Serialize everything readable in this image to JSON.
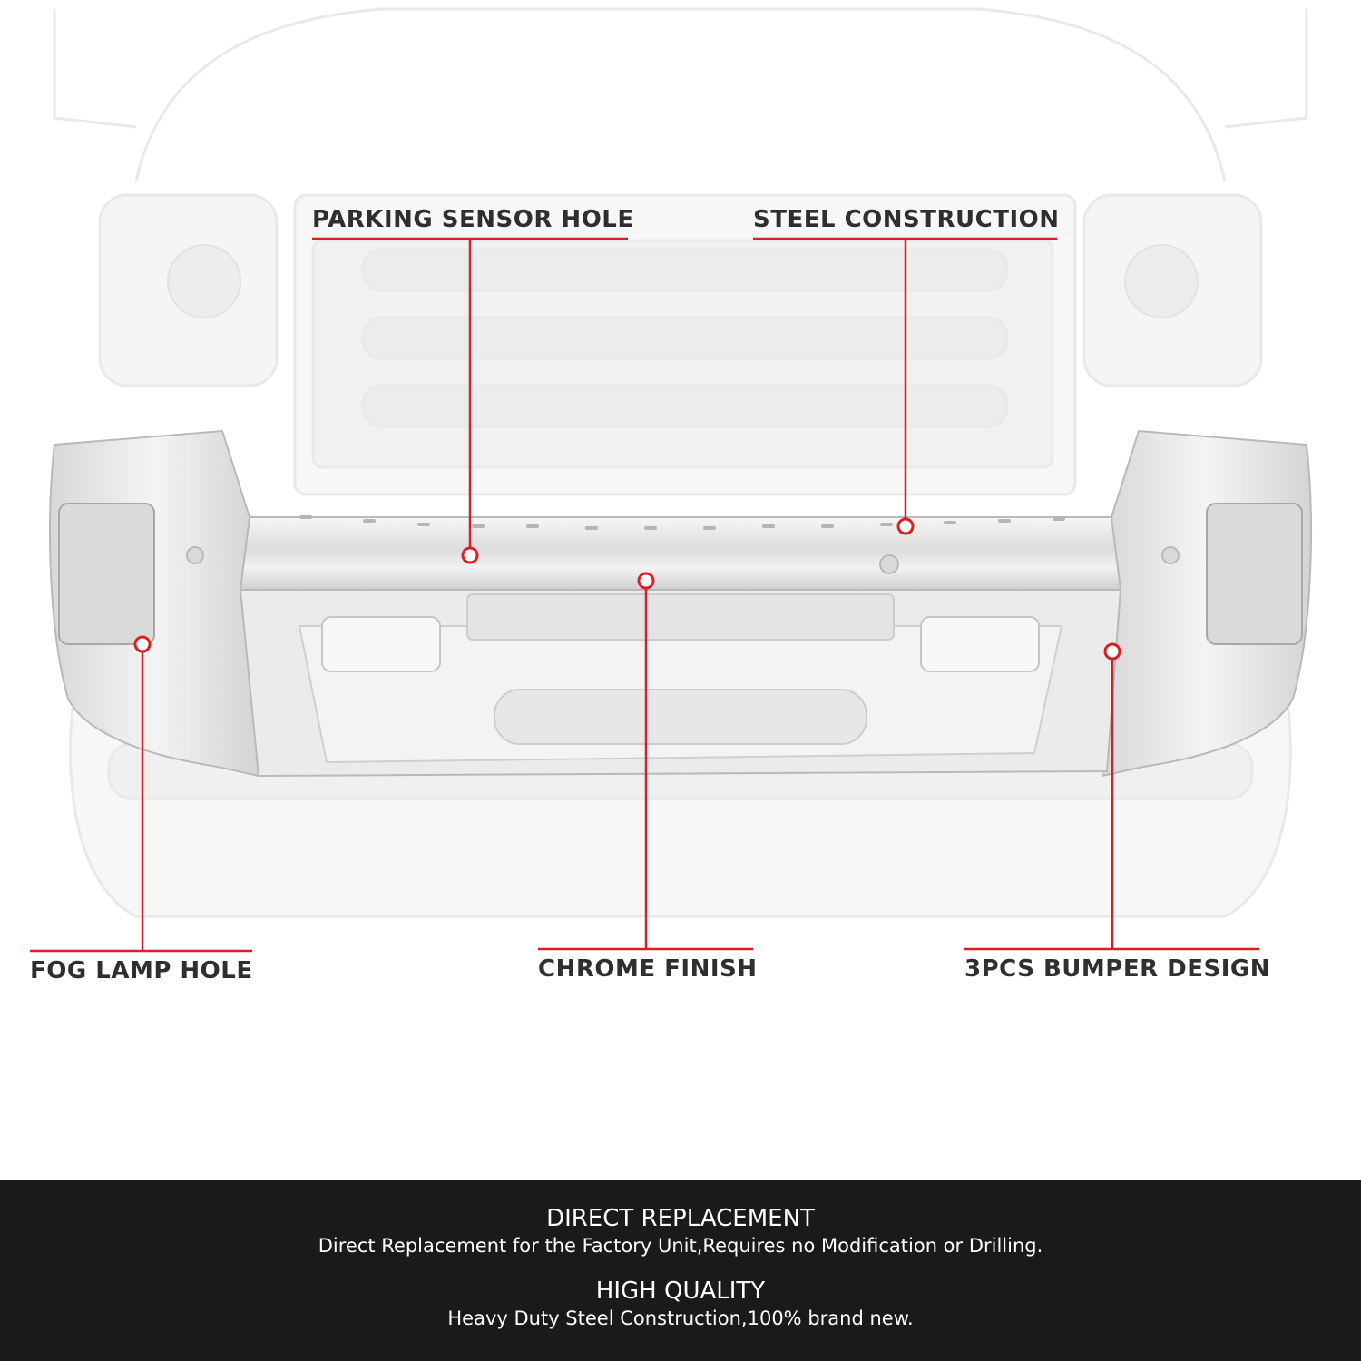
{
  "callouts": {
    "parking_sensor": "PARKING SENSOR HOLE",
    "steel_construction": "STEEL CONSTRUCTION",
    "fog_lamp": "FOG LAMP HOLE",
    "chrome_finish": "CHROME FINISH",
    "bumper_design": "3PCS BUMPER DESIGN"
  },
  "colors": {
    "accent": "#d92027",
    "label": "#2f2f2f",
    "footer_bg": "#1a1a1a"
  },
  "footer": {
    "features": [
      {
        "title": "DIRECT REPLACEMENT",
        "description": "Direct Replacement for the Factory Unit,Requires no Modification or Drilling."
      },
      {
        "title": "HIGH QUALITY",
        "description": "Heavy Duty Steel Construction,100% brand new."
      }
    ]
  }
}
